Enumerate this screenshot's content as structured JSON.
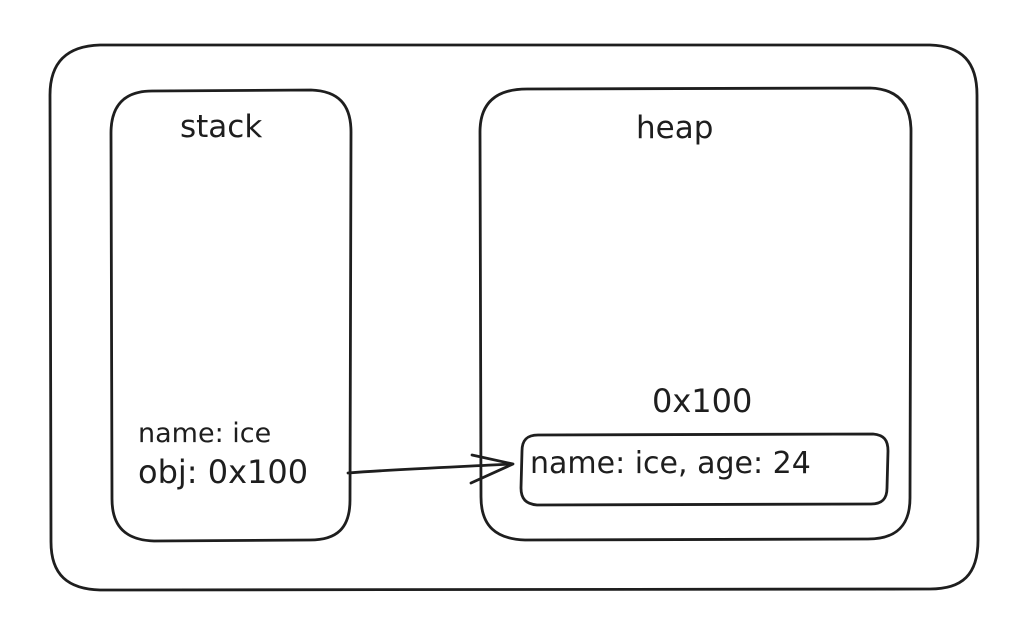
{
  "stack": {
    "title": "stack",
    "vars": [
      {
        "text": "name: ice"
      },
      {
        "text": "obj: 0x100"
      }
    ]
  },
  "heap": {
    "title": "heap",
    "address": "0x100",
    "object_text": "name: ice, age: 24"
  },
  "colors": {
    "stroke": "#1e1e1e",
    "background": "#ffffff"
  }
}
